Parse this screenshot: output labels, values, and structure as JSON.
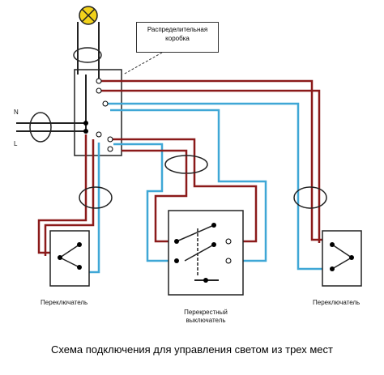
{
  "labels": {
    "junction_box": "Распределительная коробка",
    "terminal_n": "N",
    "terminal_l": "L",
    "switch_left": "Переключатель",
    "cross_switch_line1": "Перекрестный",
    "cross_switch_line2": "выключатель",
    "switch_right": "Переключатель",
    "caption": "Схема подключения для управления светом из трех мест"
  },
  "colors": {
    "phase_wire": "#8b1a1a",
    "neutral_wire": "#3fa7d6",
    "ground_wire": "#222222",
    "lamp_fill": "#f2d21b",
    "terminal": "#000000"
  },
  "icons": {
    "lamp": "lamp-icon",
    "junction_box": "junction-box-icon",
    "switch": "two-way-switch-icon",
    "cross_switch": "cross-switch-icon"
  }
}
